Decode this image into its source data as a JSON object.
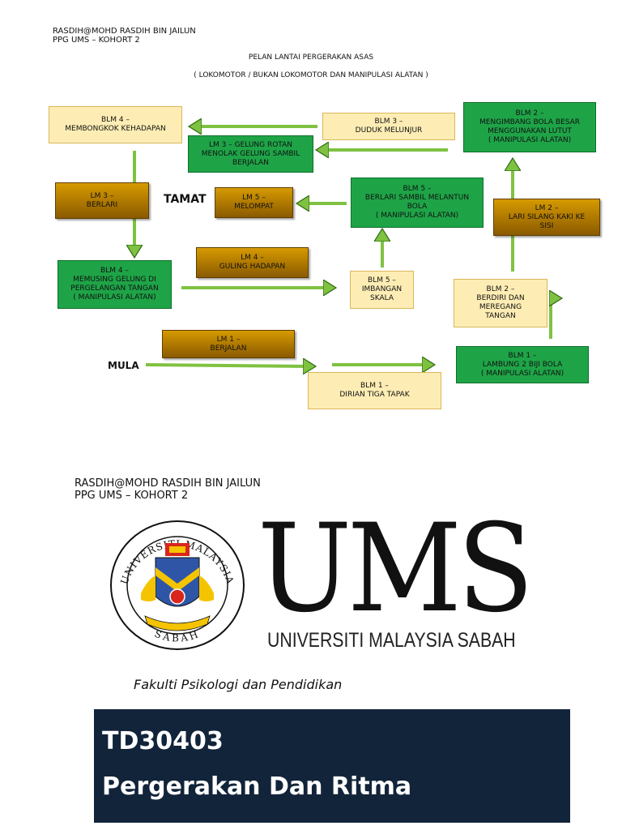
{
  "header": {
    "name": "RASDIH@MOHD RASDIH BIN JAILUN",
    "program": "PPG UMS – KOHORT 2"
  },
  "plan": {
    "title": "PELAN LANTAI PERGERAKAN ASAS",
    "subtitle": "( LOKOMOTOR / BUKAN LOKOMOTOR DAN MANIPULASI ALATAN )"
  },
  "labels": {
    "start": "MULA",
    "end": "TAMAT"
  },
  "nodes": {
    "blm4_top": "BLM 4 –\nMEMBONGKOK KEHADAPAN",
    "blm3": "BLM 3 –\nDUDUK MELUNJUR",
    "blm2_top": "BLM 2 –\nMENGIMBANG BOLA BESAR\nMENGGUNAKAN LUTUT\n( MANIPULASI ALATAN)",
    "lm3_rotan": "LM 3 – GELUNG ROTAN\nMENOLAK GELUNG SAMBIL\nBERJALAN",
    "lm3_berlari": "LM 3 –\nBERLARI",
    "lm5": "LM 5 –\nMELOMPAT",
    "blm5_top": "BLM 5 –\nBERLARI SAMBIL MELANTUN\nBOLA\n( MANIPULASI ALATAN)",
    "lm2": "LM 2 –\nLARI SILANG KAKI KE\nSISI",
    "lm4": "LM 4 –\nGULING HADAPAN",
    "blm4_gelung": "BLM 4 –\nMEMUSING GELUNG DI\nPERGELANGAN TANGAN\n( MANIPULASI ALATAN)",
    "blm5_imbangan": "BLM 5 –\nIMBANGAN\nSKALA",
    "blm2_berdiri": "BLM 2 –\nBERDIRI DAN\nMEREGANG\nTANGAN",
    "lm1": "LM 1 –\nBERJALAN",
    "blm1_bola": "BLM 1 –\nLAMBUNG 2 BIJI BOLA\n( MANIPULASI ALATAN)",
    "blm1_tapak": "BLM 1 –\nDIRIAN TIGA TAPAK"
  },
  "colors": {
    "cream": "#fdedb4",
    "green": "#1ea447",
    "gold": "#b37800",
    "arrow": "#7fc241",
    "banner": "#12243a"
  },
  "page2": {
    "name": "RASDIH@MOHD RASDIH BIN JAILUN",
    "program": "PPG UMS – KOHORT 2",
    "logo_text": "UMS",
    "university": "UNIVERSITI MALAYSIA SABAH",
    "seal_top": "UNIVERSITI MALAYSIA",
    "seal_bottom": "SABAH",
    "faculty": "Fakulti Psikologi dan Pendidikan",
    "course_code": "TD30403",
    "course_name": "Pergerakan Dan  Ritma"
  }
}
